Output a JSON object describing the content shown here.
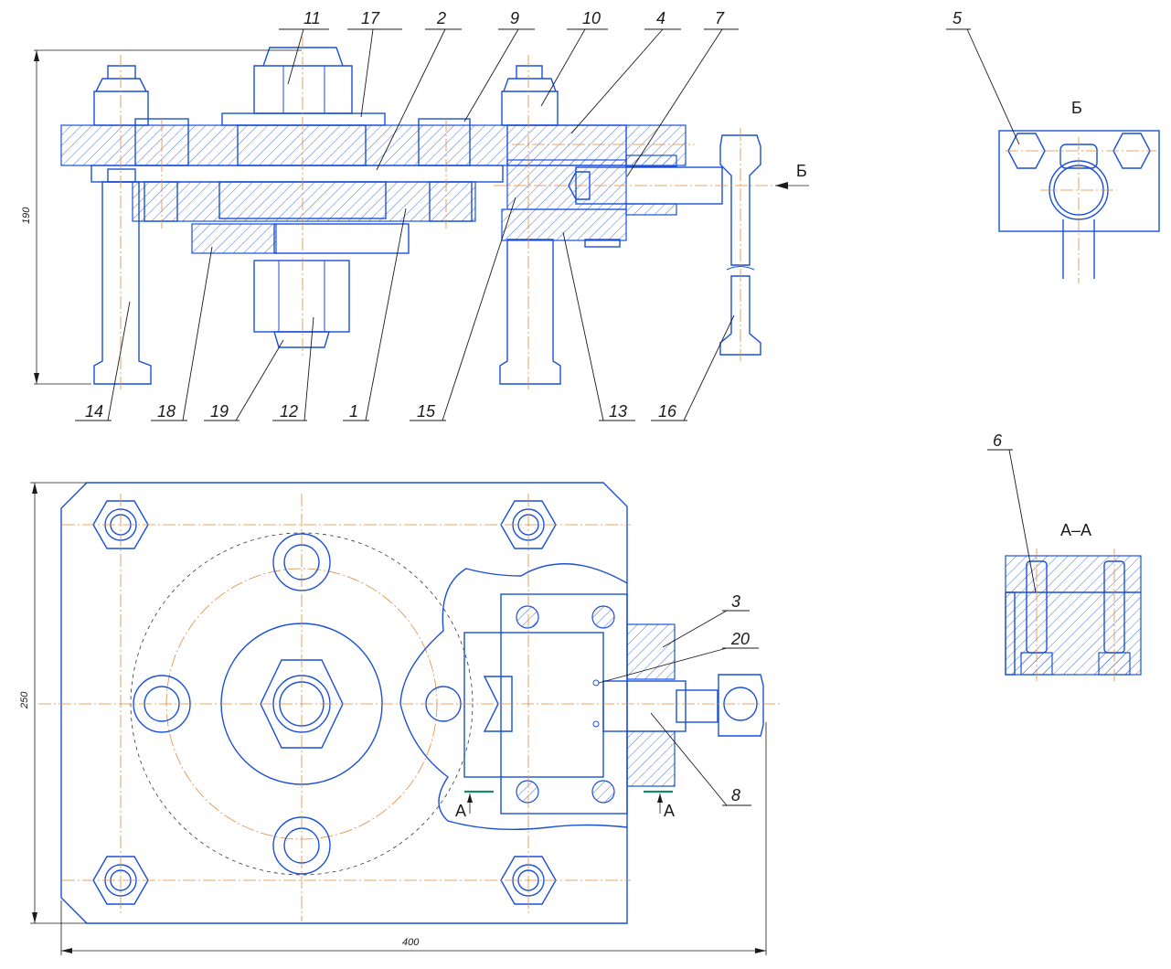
{
  "title": "Assembly drawing — plate fixture with indexing plunger",
  "colors": {
    "part_line": "#1a4fd8",
    "center_line": "#e08a3a",
    "dimension": "#1a1a1a",
    "section_mark": "#1a8a6a"
  },
  "callouts": {
    "c1": "1",
    "c2": "2",
    "c3": "3",
    "c4": "4",
    "c5": "5",
    "c6": "6",
    "c7": "7",
    "c8": "8",
    "c9": "9",
    "c10": "10",
    "c11": "11",
    "c12": "12",
    "c13": "13",
    "c14": "14",
    "c15": "15",
    "c16": "16",
    "c17": "17",
    "c18": "18",
    "c19": "19",
    "c20": "20"
  },
  "dimensions": {
    "height_front": "190",
    "height_plan": "250",
    "width_plan": "400"
  },
  "views": {
    "view_b_label": "Б",
    "view_b_arrow_label": "Б",
    "section_aa_label": "А–А",
    "section_mark_left": "А",
    "section_mark_right": "А"
  }
}
